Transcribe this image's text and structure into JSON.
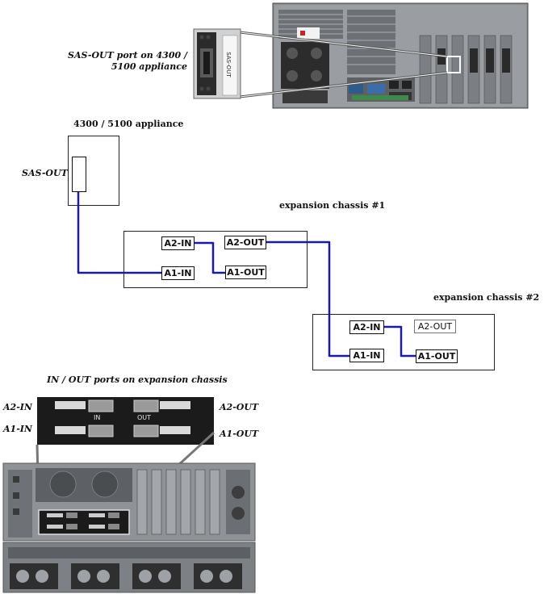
{
  "top_photo": {
    "caption": "SAS-OUT port on 4300 / 5100 appliance",
    "caption_line1": "SAS-OUT port on 4300 /",
    "caption_line2": "5100 appliance",
    "port_label": "SAS-OUT"
  },
  "appliance": {
    "title": "4300 / 5100 appliance",
    "port": "SAS-OUT"
  },
  "chassis1": {
    "title": "expansion chassis #1",
    "ports": {
      "a2_in": "A2-IN",
      "a2_out": "A2-OUT",
      "a1_in": "A1-IN",
      "a1_out": "A1-OUT"
    }
  },
  "chassis2": {
    "title": "expansion chassis #2",
    "ports": {
      "a2_in": "A2-IN",
      "a2_out": "A2-OUT",
      "a1_in": "A1-IN",
      "a1_out": "A1-OUT"
    }
  },
  "bottom_photo": {
    "caption": "IN / OUT ports on expansion chassis",
    "labels": {
      "a2_in": "A2-IN",
      "a1_in": "A1-IN",
      "a2_out": "A2-OUT",
      "a1_out": "A1-OUT",
      "in": "IN",
      "out": "OUT"
    }
  },
  "colors": {
    "cable": "#1a1aa8",
    "photo_dark": "#1b1b1b",
    "chassis_metal": "#8f9296"
  }
}
